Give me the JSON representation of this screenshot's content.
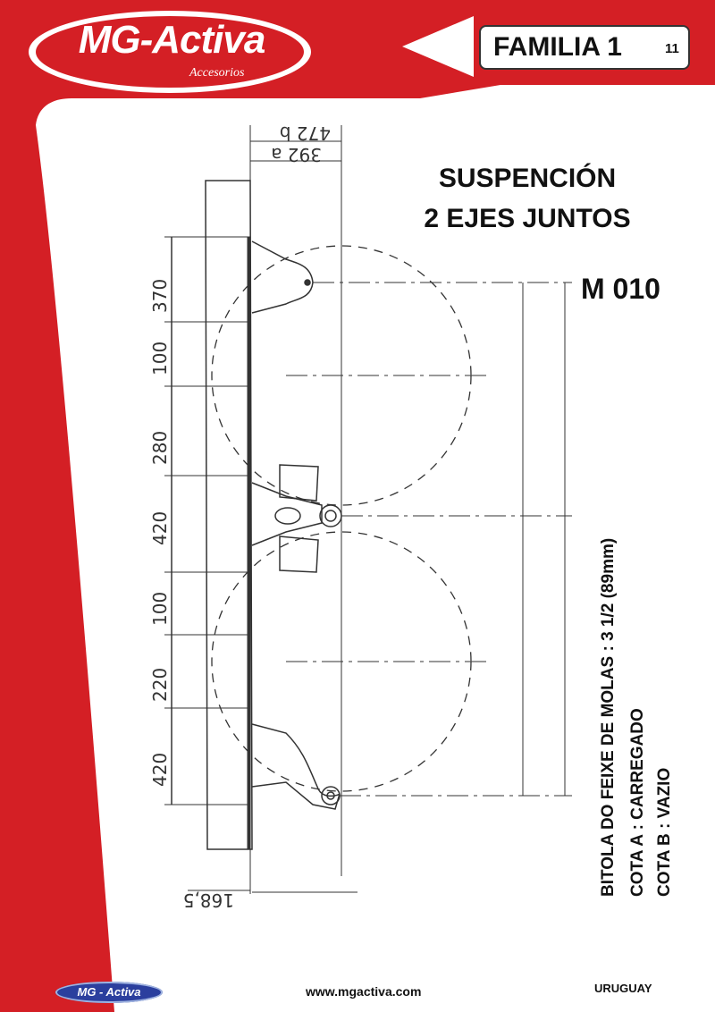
{
  "header": {
    "brand": "MG-Activa",
    "brand_sub": "Accesorios",
    "family_label": "FAMILIA 1",
    "page_number": "11"
  },
  "title": {
    "line1": "SUSPENCIÓN",
    "line2": "2 EJES JUNTOS"
  },
  "model": "M 010",
  "side_notes": [
    "BITOLA DO FEIXE DE MOLAS : 3 1/2 (89mm)",
    "COTA A : CARREGADO",
    "COTA B : VAZIO"
  ],
  "drawing": {
    "top_dimensions": [
      "472 b",
      "392 a"
    ],
    "bottom_dimension": "168,5",
    "left_dimensions": [
      "370",
      "100",
      "280",
      "420",
      "100",
      "220",
      "420"
    ]
  },
  "footer": {
    "logo": "MG - Activa",
    "url": "www.mgactiva.com",
    "country": "URUGUAY"
  },
  "colors": {
    "brand_red": "#d41f25",
    "footer_blue": "#2b3f9e"
  }
}
